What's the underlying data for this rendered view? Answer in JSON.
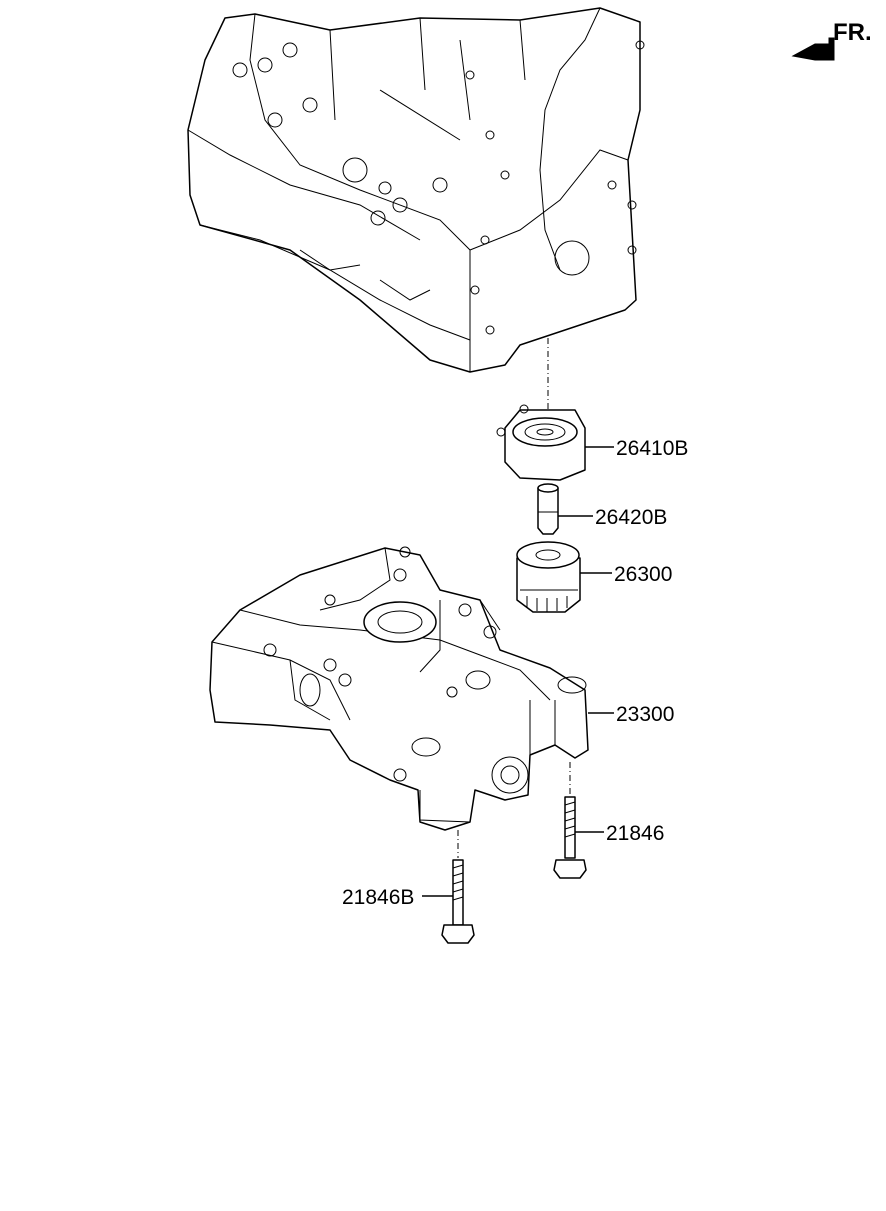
{
  "orientation": {
    "label": "FR.",
    "icon": "front-direction-arrow-icon"
  },
  "callouts": [
    {
      "id": "oil-cooler",
      "part_number": "26410B"
    },
    {
      "id": "fitting",
      "part_number": "26420B"
    },
    {
      "id": "oil-filter",
      "part_number": "26300"
    },
    {
      "id": "oil-pump",
      "part_number": "23300"
    },
    {
      "id": "bolt-right",
      "part_number": "21846"
    },
    {
      "id": "bolt-left",
      "part_number": "21846B"
    }
  ]
}
